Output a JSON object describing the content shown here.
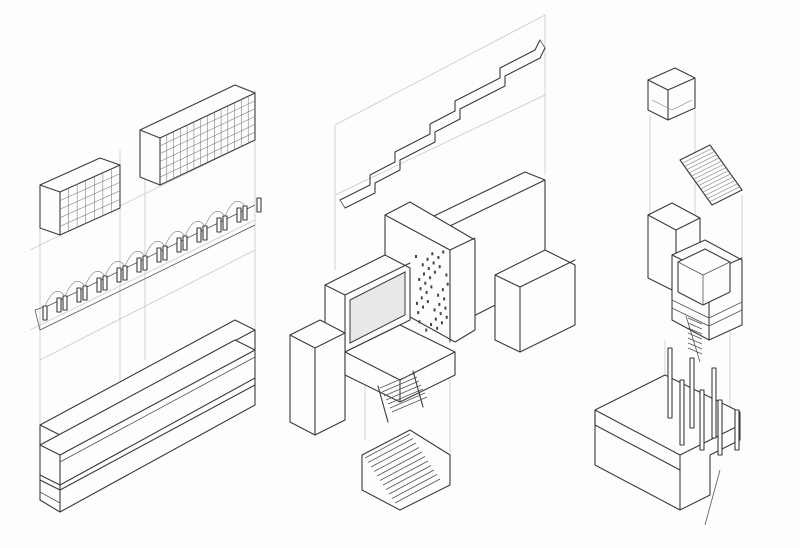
{
  "drawing": {
    "paper_color": "#fdfdfc",
    "ink_color": "#3a3a3a",
    "guide_color": "#b8b8b8"
  },
  "columns": [
    {
      "name": "left-axonometric-column",
      "components": [
        "facade-panel-small",
        "facade-panel-large",
        "colonnade-arcade",
        "long-wall-slab"
      ]
    },
    {
      "name": "center-axonometric-column",
      "components": [
        "zigzag-ramp",
        "building-assembly",
        "entrance-stair"
      ]
    },
    {
      "name": "right-axonometric-column",
      "components": [
        "roof-cube",
        "slatted-roof-panel",
        "stacked-volume",
        "base-platform-with-columns"
      ]
    }
  ]
}
